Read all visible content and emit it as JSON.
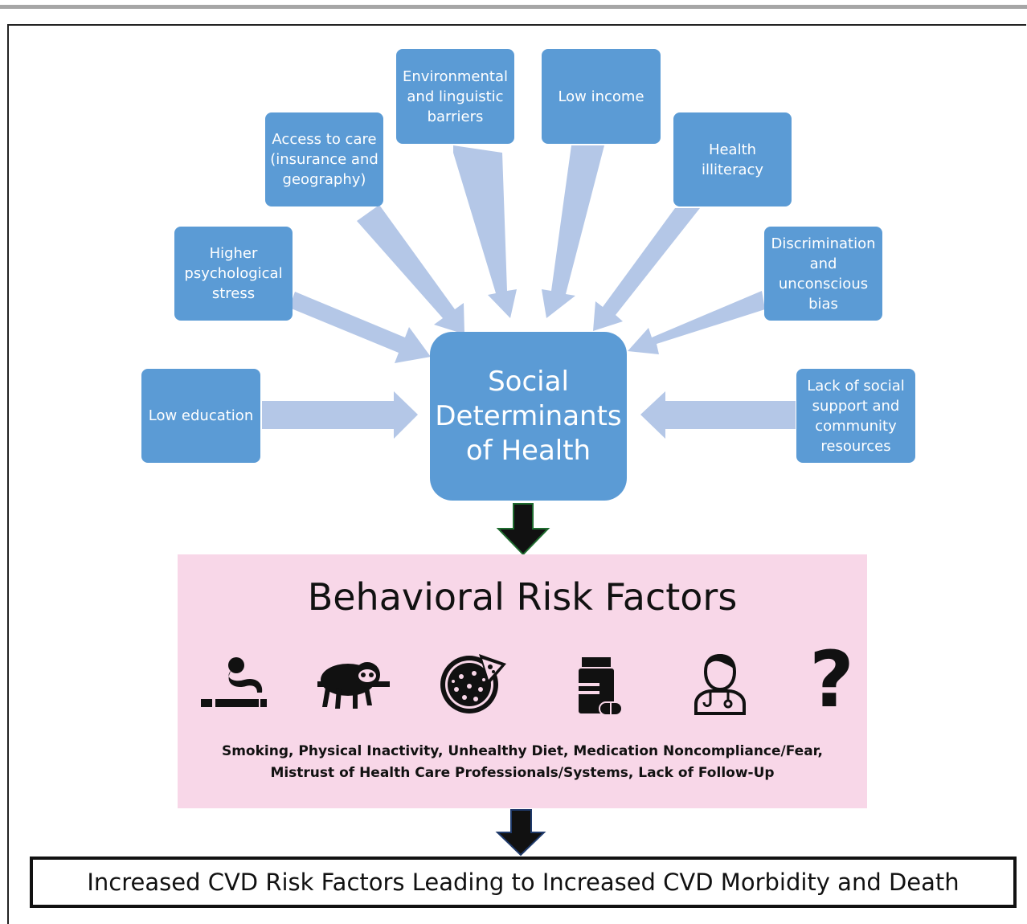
{
  "determinants": [
    {
      "id": "low-education",
      "label": "Low education"
    },
    {
      "id": "psych-stress",
      "label": "Higher\npsychological\nstress"
    },
    {
      "id": "access-to-care",
      "label": "Access to care\n(insurance and\ngeography)"
    },
    {
      "id": "env-linguistic",
      "label": "Environmental\nand linguistic\nbarriers"
    },
    {
      "id": "low-income",
      "label": "Low income"
    },
    {
      "id": "health-illiteracy",
      "label": "Health\nilliteracy"
    },
    {
      "id": "discrimination",
      "label": "Discrimination\nand\nunconscious\nbias"
    },
    {
      "id": "social-support",
      "label": "Lack of social\nsupport and\ncommunity\nresources"
    }
  ],
  "center": {
    "label": "Social\nDeterminants\nof Health"
  },
  "behavioral": {
    "title": "Behavioral Risk Factors",
    "icons": [
      "cigarette-icon",
      "sloth-icon",
      "pizza-icon",
      "pill-bottle-icon",
      "doctor-icon",
      "question-mark-icon"
    ],
    "question_mark": "?",
    "caption": "Smoking, Physical Inactivity, Unhealthy Diet, Medication Noncompliance/Fear,\nMistrust of Health Care Professionals/Systems, Lack of Follow-Up"
  },
  "outcome": {
    "label": "Increased CVD Risk Factors Leading to Increased CVD Morbidity and Death"
  },
  "colors": {
    "box": "#5b9bd5",
    "arrow": "#b4c7e7",
    "pink": "#f8d7e8",
    "down_arrow_fill": "#111111",
    "down_arrow_stroke": "#1f6b2f"
  }
}
